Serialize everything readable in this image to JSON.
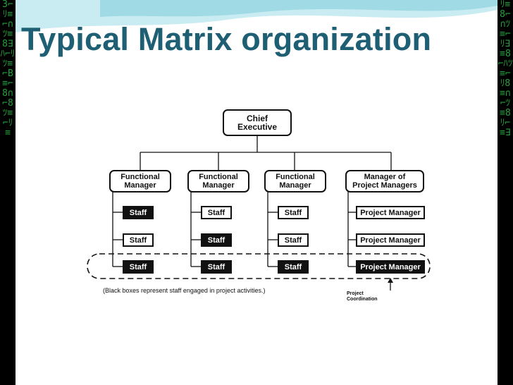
{
  "slide": {
    "title": "Typical Matrix organization"
  },
  "diagram": {
    "chief": {
      "line1": "Chief",
      "line2": "Executive"
    },
    "heads": [
      {
        "line1": "Functional",
        "line2": "Manager"
      },
      {
        "line1": "Functional",
        "line2": "Manager"
      },
      {
        "line1": "Functional",
        "line2": "Manager"
      },
      {
        "line1": "Manager of",
        "line2": "Project Managers"
      }
    ],
    "columns": [
      {
        "rows": [
          {
            "label": "Staff",
            "engaged": true
          },
          {
            "label": "Staff",
            "engaged": false
          },
          {
            "label": "Staff",
            "engaged": true
          }
        ]
      },
      {
        "rows": [
          {
            "label": "Staff",
            "engaged": false
          },
          {
            "label": "Staff",
            "engaged": true
          },
          {
            "label": "Staff",
            "engaged": true
          }
        ]
      },
      {
        "rows": [
          {
            "label": "Staff",
            "engaged": false
          },
          {
            "label": "Staff",
            "engaged": false
          },
          {
            "label": "Staff",
            "engaged": true
          }
        ]
      },
      {
        "rows": [
          {
            "label": "Project Manager",
            "engaged": false
          },
          {
            "label": "Project Manager",
            "engaged": false
          },
          {
            "label": "Project Manager",
            "engaged": true
          }
        ]
      }
    ],
    "caption": "(Black boxes represent staff engaged in project activities.)",
    "coordination_label": {
      "line1": "Project",
      "line2": "Coordination"
    }
  },
  "colors": {
    "title": "#1f5f74",
    "side_glyphs": "#2fbf4a",
    "wave_light": "#c9ecf2",
    "wave_mid": "#8fd3df"
  }
}
